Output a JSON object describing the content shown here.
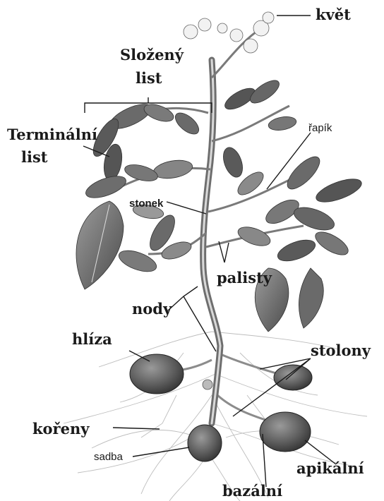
{
  "labels": {
    "kvet": "květ",
    "slozeny": "Složený",
    "slozeny_list": "list",
    "terminalni": "Terminální",
    "terminalni_list": "list",
    "rapik": "řapík",
    "stonek": "stonek",
    "palisty": "palisty",
    "nody": "nody",
    "hliza": "hlíza",
    "stolony": "stolony",
    "koreny": "kořeny",
    "sadba": "sadba",
    "apikalni": "apikální",
    "bazalni": "bazální"
  },
  "colors": {
    "leaf_dark": "#4a4a4a",
    "leaf_mid": "#7a7a7a",
    "leaf_light": "#b5b5b5",
    "stem": "#8c8c8c",
    "tuber": "#555555",
    "root": "#bdbdbd",
    "line": "#1a1a1a"
  }
}
